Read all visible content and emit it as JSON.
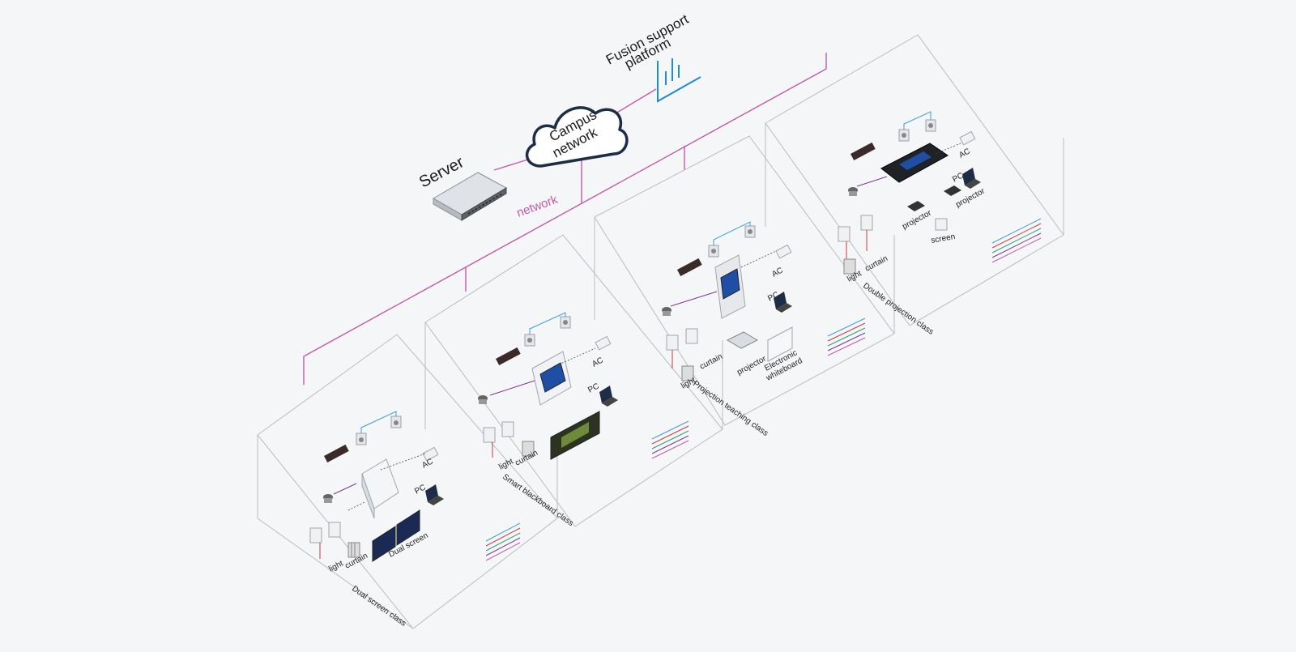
{
  "header": {
    "server_label": "Server",
    "cloud_label_line1": "Campus",
    "cloud_label_line2": "network",
    "network_label": "network",
    "platform_line1": "Fusion support",
    "platform_line2": "platform"
  },
  "rooms": [
    {
      "title": "Dual screen class",
      "labels": {
        "ac": "AC",
        "pc": "PC",
        "light": "light",
        "curtain": "curtain",
        "screens": "Dual screen"
      }
    },
    {
      "title": "Smart blackboard class",
      "labels": {
        "ac": "AC",
        "pc": "PC",
        "light": "light",
        "curtain": "curtain"
      }
    },
    {
      "title": "Projection teaching class",
      "labels": {
        "ac": "AC",
        "pc": "PC",
        "light": "light",
        "curtain": "curtain",
        "projector": "projector",
        "whiteboard_line1": "Electronic",
        "whiteboard_line2": "whiteboard"
      }
    },
    {
      "title": "Double projection class",
      "labels": {
        "ac": "AC",
        "pc": "PC",
        "light": "light",
        "curtain": "curtain",
        "projector_a": "projector",
        "projector_b": "projector",
        "screen": "screen"
      }
    }
  ],
  "colors": {
    "background": "#f5f6f8",
    "network_line": "#c35aa8",
    "box_line": "#b9bcc2",
    "platform_blue": "#1d8cd0",
    "cloud_border": "#1e2d46",
    "signal_blue": "#3a9fd6",
    "signal_red": "#d2383b",
    "signal_purple": "#7a3a8e"
  },
  "icons": [
    "server-icon",
    "cloud-icon",
    "bar-chart-icon",
    "camera-icon",
    "speaker-icon",
    "laptop-icon",
    "monitor-icon",
    "control-panel-icon",
    "switch-icon",
    "wall-panel-icon",
    "curtain-icon"
  ]
}
